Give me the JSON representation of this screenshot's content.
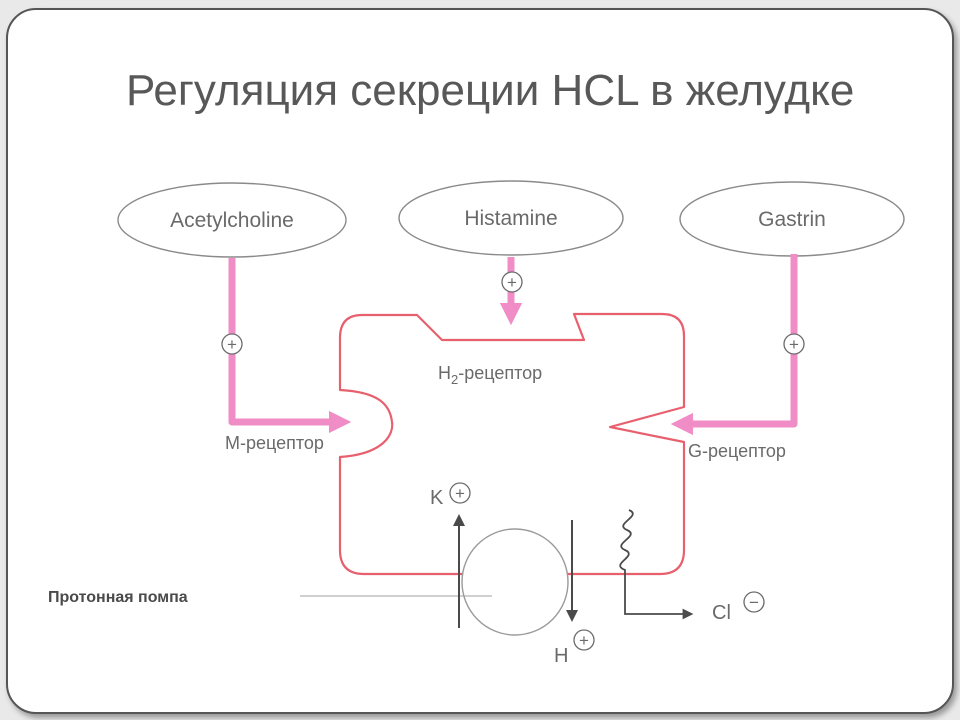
{
  "title": "Регуляция секреции HCL в желудке",
  "colors": {
    "membrane": "#e8606e",
    "pathway": "#f08cc6",
    "text": "#6a6a6a",
    "dark": "#4a4a4a"
  },
  "stimulants": {
    "acetylcholine": "Acetylcholine",
    "histamine": "Histamine",
    "gastrin": "Gastrin"
  },
  "receptors": {
    "h2_prefix": "H",
    "h2_subscript": "2",
    "h2_suffix": "-рецептор",
    "m": "М-рецептор",
    "g": "G-рецептор"
  },
  "signs": {
    "plus": "+",
    "minus": "−"
  },
  "ions": {
    "k": "K",
    "h": "H",
    "cl": "Cl"
  },
  "pump_label": "Протонная помпа"
}
